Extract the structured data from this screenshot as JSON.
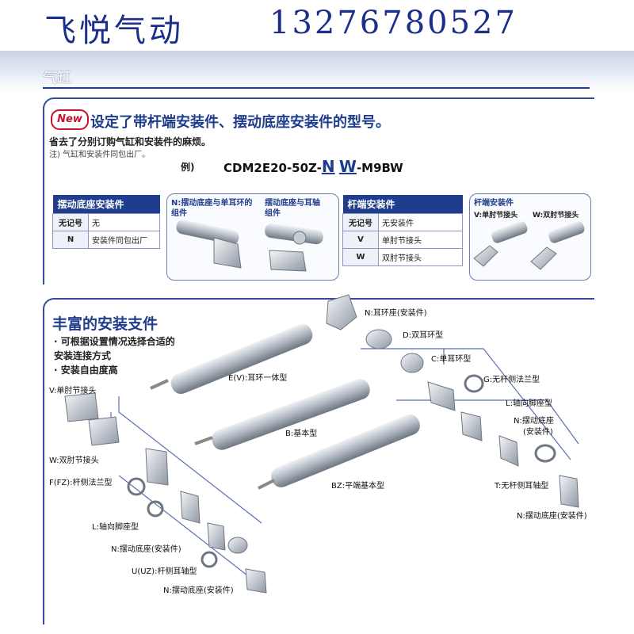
{
  "header": {
    "brand": "飞悦气动",
    "phone": "13276780527"
  },
  "section_title": "气缸",
  "promo": {
    "badge": "New",
    "headline": "设定了带杆端安装件、摆动底座安装件的型号。",
    "subline": "省去了分别订购气缸和安装件的麻烦。",
    "note": "注) 气缸和安装件同包出厂。",
    "example_label": "例)",
    "model_prefix": "CDM2E20-50Z-",
    "model_n": "N",
    "model_w": "W",
    "model_suffix": "-M9BW"
  },
  "table_pivot": {
    "title": "摆动底座安装件",
    "rows": [
      {
        "code": "无记号",
        "desc": "无"
      },
      {
        "code": "N",
        "desc": "安装件同包出厂"
      }
    ]
  },
  "table_rod": {
    "title": "杆端安装件",
    "rows": [
      {
        "code": "无记号",
        "desc": "无安装件"
      },
      {
        "code": "V",
        "desc": "单肘节接头"
      },
      {
        "code": "W",
        "desc": "双肘节接头"
      }
    ]
  },
  "pic_labels": {
    "n_clevis": "N:摆动底座与单耳环的组件",
    "n_trunnion": "摆动底座与耳轴组件",
    "rod_end_title": "杆端安装件",
    "v_single": "V:单肘节接头",
    "w_double": "W:双肘节接头"
  },
  "mounting": {
    "title": "丰富的安装支件",
    "bullets": [
      "· 可根据设置情况选择合适的",
      "  安装连接方式",
      "· 安装自由度高"
    ]
  },
  "callouts": {
    "n_eye": "N:耳环座(安装件)",
    "d": "D:双耳环型",
    "c": "C:单耳环型",
    "g": "G:无杆侧法兰型",
    "l_right": "L:轴向脚座型",
    "n_right1": "N:摆动底座",
    "n_right1b": "(安装件)",
    "t": "T:无杆侧耳轴型",
    "n_right2": "N:摆动底座(安装件)",
    "ev": "E(V):耳环一体型",
    "b": "B:基本型",
    "bz": "BZ:平端基本型",
    "v": "V:单肘节接头",
    "w": "W:双肘节接头",
    "f": "F(FZ):杆侧法兰型",
    "l_left": "L:轴向脚座型",
    "n_left1": "N:摆动底座(安装件)",
    "u": "U(UZ):杆侧耳轴型",
    "n_left2": "N:摆动底座(安装件)"
  },
  "colors": {
    "brand_blue": "#1a2e8a",
    "accent_blue": "#1f3d8c",
    "new_red": "#c8102e",
    "cylinder_gray": "#9aa3ae"
  }
}
